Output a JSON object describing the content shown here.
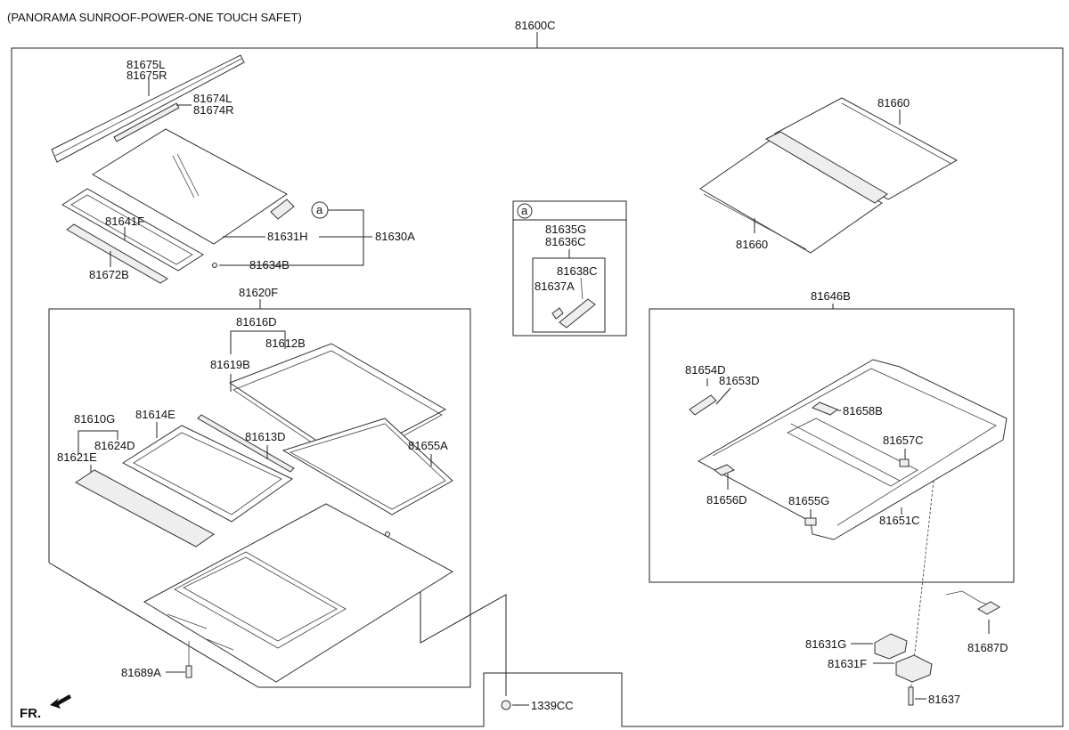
{
  "title": "(PANORAMA SUNROOF-POWER-ONE TOUCH SAFET)",
  "front_label": "FR.",
  "callout_letter": "a",
  "parts": {
    "p81600C": "81600C",
    "p81675L": "81675L",
    "p81675R": "81675R",
    "p81674L": "81674L",
    "p81674R": "81674R",
    "p81641F": "81641F",
    "p81672B": "81672B",
    "p81631H": "81631H",
    "p81630A": "81630A",
    "p81634B": "81634B",
    "p81635G": "81635G",
    "p81636C": "81636C",
    "p81638C": "81638C",
    "p81637A": "81637A",
    "p81660_top": "81660",
    "p81660_bottom": "81660",
    "p81620F": "81620F",
    "p81616D": "81616D",
    "p81612B": "81612B",
    "p81619B": "81619B",
    "p81610G": "81610G",
    "p81614E": "81614E",
    "p81624D": "81624D",
    "p81621E": "81621E",
    "p81613D": "81613D",
    "p81655A": "81655A",
    "p81689A": "81689A",
    "p1339CC": "1339CC",
    "p81646B": "81646B",
    "p81654D": "81654D",
    "p81653D": "81653D",
    "p81658B": "81658B",
    "p81657C": "81657C",
    "p81656D": "81656D",
    "p81655G": "81655G",
    "p81651C": "81651C",
    "p81687D": "81687D",
    "p81631G": "81631G",
    "p81631F": "81631F",
    "p81637": "81637"
  }
}
